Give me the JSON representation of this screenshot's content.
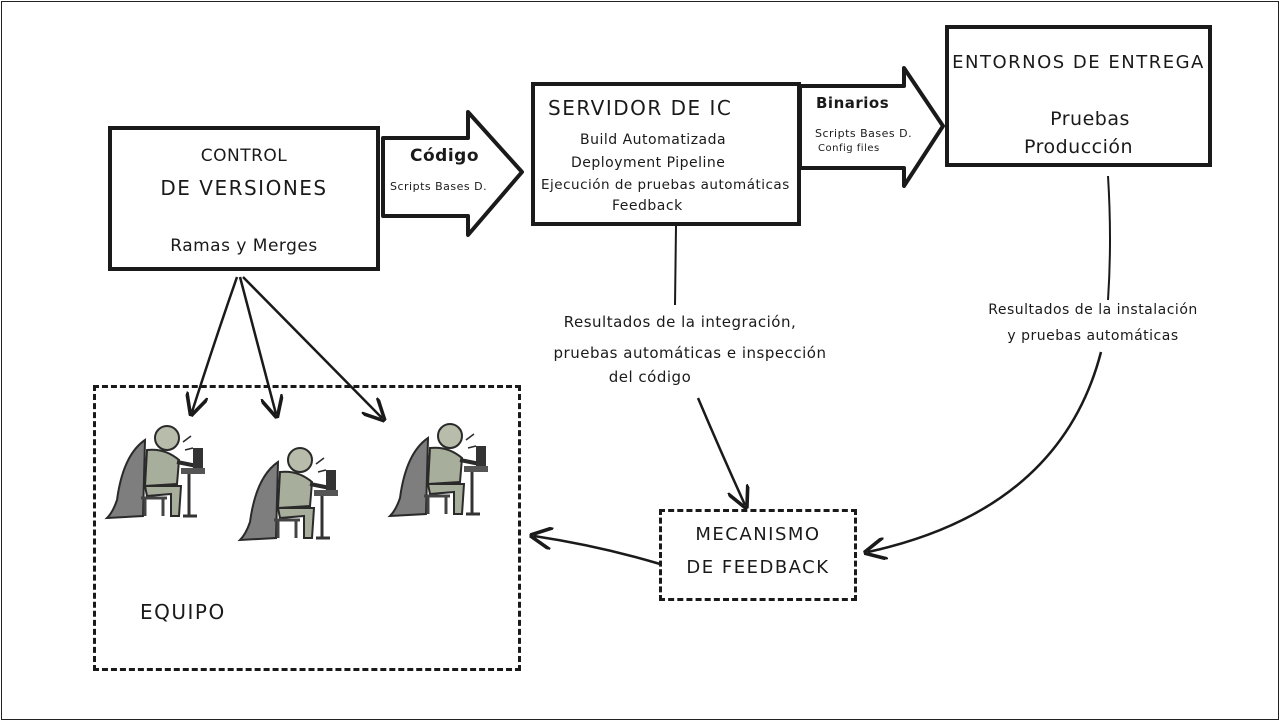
{
  "control": {
    "title_line1": "CONTROL",
    "title_line2": "DE VERSIONES",
    "subtitle": "Ramas y Merges"
  },
  "arrow1": {
    "label": "Código",
    "sub": "Scripts Bases D."
  },
  "servidor": {
    "title": "SERVIDOR DE IC",
    "items": [
      "Build Automatizada",
      "Deployment Pipeline",
      "Ejecución de pruebas automáticas",
      "Feedback"
    ]
  },
  "arrow2": {
    "label": "Binarios",
    "sub1": "Scripts Bases D.",
    "sub2": "Config files"
  },
  "entornos": {
    "title": "ENTORNOS DE ENTREGA",
    "line1": "Pruebas",
    "line2": "Producción"
  },
  "resultados_integracion": [
    "Resultados de la integración,",
    "pruebas automáticas e inspección",
    "del código"
  ],
  "resultados_instalacion": [
    "Resultados de la instalación",
    "y pruebas automáticas"
  ],
  "feedback": {
    "line1": "MECANISMO",
    "line2": "DE FEEDBACK"
  },
  "equipo": {
    "label": "EQUIPO",
    "members": 3
  }
}
